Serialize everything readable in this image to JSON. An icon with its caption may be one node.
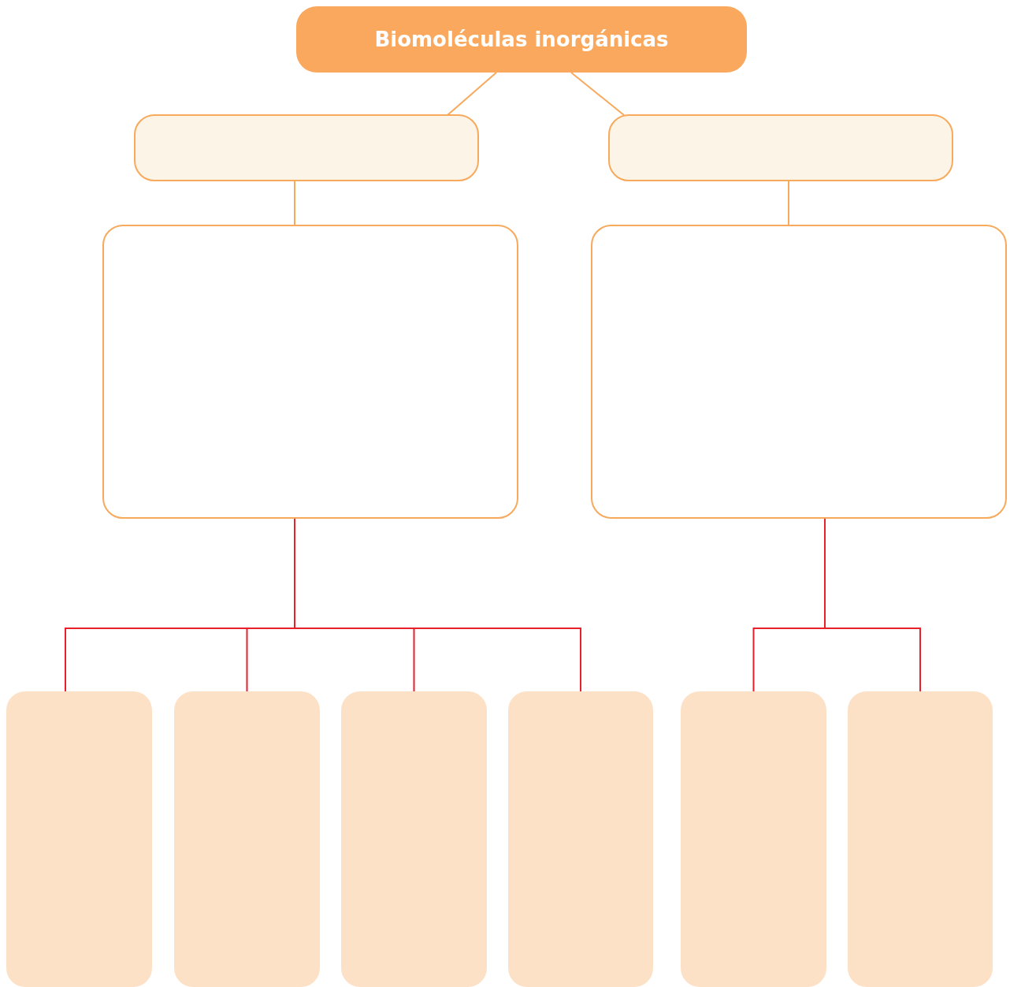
{
  "diagram": {
    "nodes": [
      {
        "text": [
          "Biomoléculas inorgánicas"
        ]
      },
      {
        "text": [],
        "shape": "box"
      },
      {
        "text": [],
        "shape": "box"
      },
      {
        "text": [],
        "shape": "box"
      },
      {
        "text": [],
        "shape": "box"
      },
      {
        "text": [],
        "shape": "box"
      },
      {
        "text": [],
        "shape": "box"
      },
      {
        "text": [],
        "shape": "box"
      },
      {
        "text": [],
        "shape": "box"
      },
      {
        "text": [],
        "shape": "box"
      },
      {
        "text": [],
        "shape": "box"
      }
    ],
    "edges": [
      {
        "from": 0,
        "to": 1,
        "arrow": "none",
        "color": "#f7a95c"
      },
      {
        "from": 0,
        "to": 2,
        "arrow": "none",
        "color": "#f7a95c"
      },
      {
        "from": 1,
        "to": 3,
        "arrow": "none",
        "color": "#f7a95c"
      },
      {
        "from": 2,
        "to": 4,
        "arrow": "none",
        "color": "#f7a95c"
      },
      {
        "from": 3,
        "to": 5,
        "arrow": "none"
      },
      {
        "from": 3,
        "to": 6,
        "arrow": "none"
      },
      {
        "from": 3,
        "to": 7,
        "arrow": "none"
      },
      {
        "from": 3,
        "to": 8,
        "arrow": "none"
      },
      {
        "from": 4,
        "to": 9,
        "arrow": "none"
      },
      {
        "from": 4,
        "to": 10,
        "arrow": "none"
      }
    ]
  }
}
